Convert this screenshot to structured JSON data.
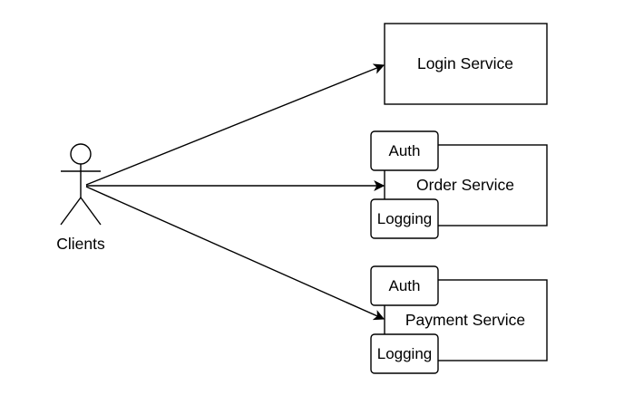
{
  "actor": {
    "label": "Clients",
    "icon": "stick-figure-icon"
  },
  "services": [
    {
      "label": "Login Service",
      "components": []
    },
    {
      "label": "Order Service",
      "components": [
        "Auth",
        "Logging"
      ]
    },
    {
      "label": "Payment Service",
      "components": [
        "Auth",
        "Logging"
      ]
    }
  ],
  "edges": [
    {
      "from": "Clients",
      "to": "Login Service"
    },
    {
      "from": "Clients",
      "to": "Order Service"
    },
    {
      "from": "Clients",
      "to": "Payment Service"
    }
  ],
  "colors": {
    "stroke": "#000000",
    "fill": "#ffffff"
  }
}
